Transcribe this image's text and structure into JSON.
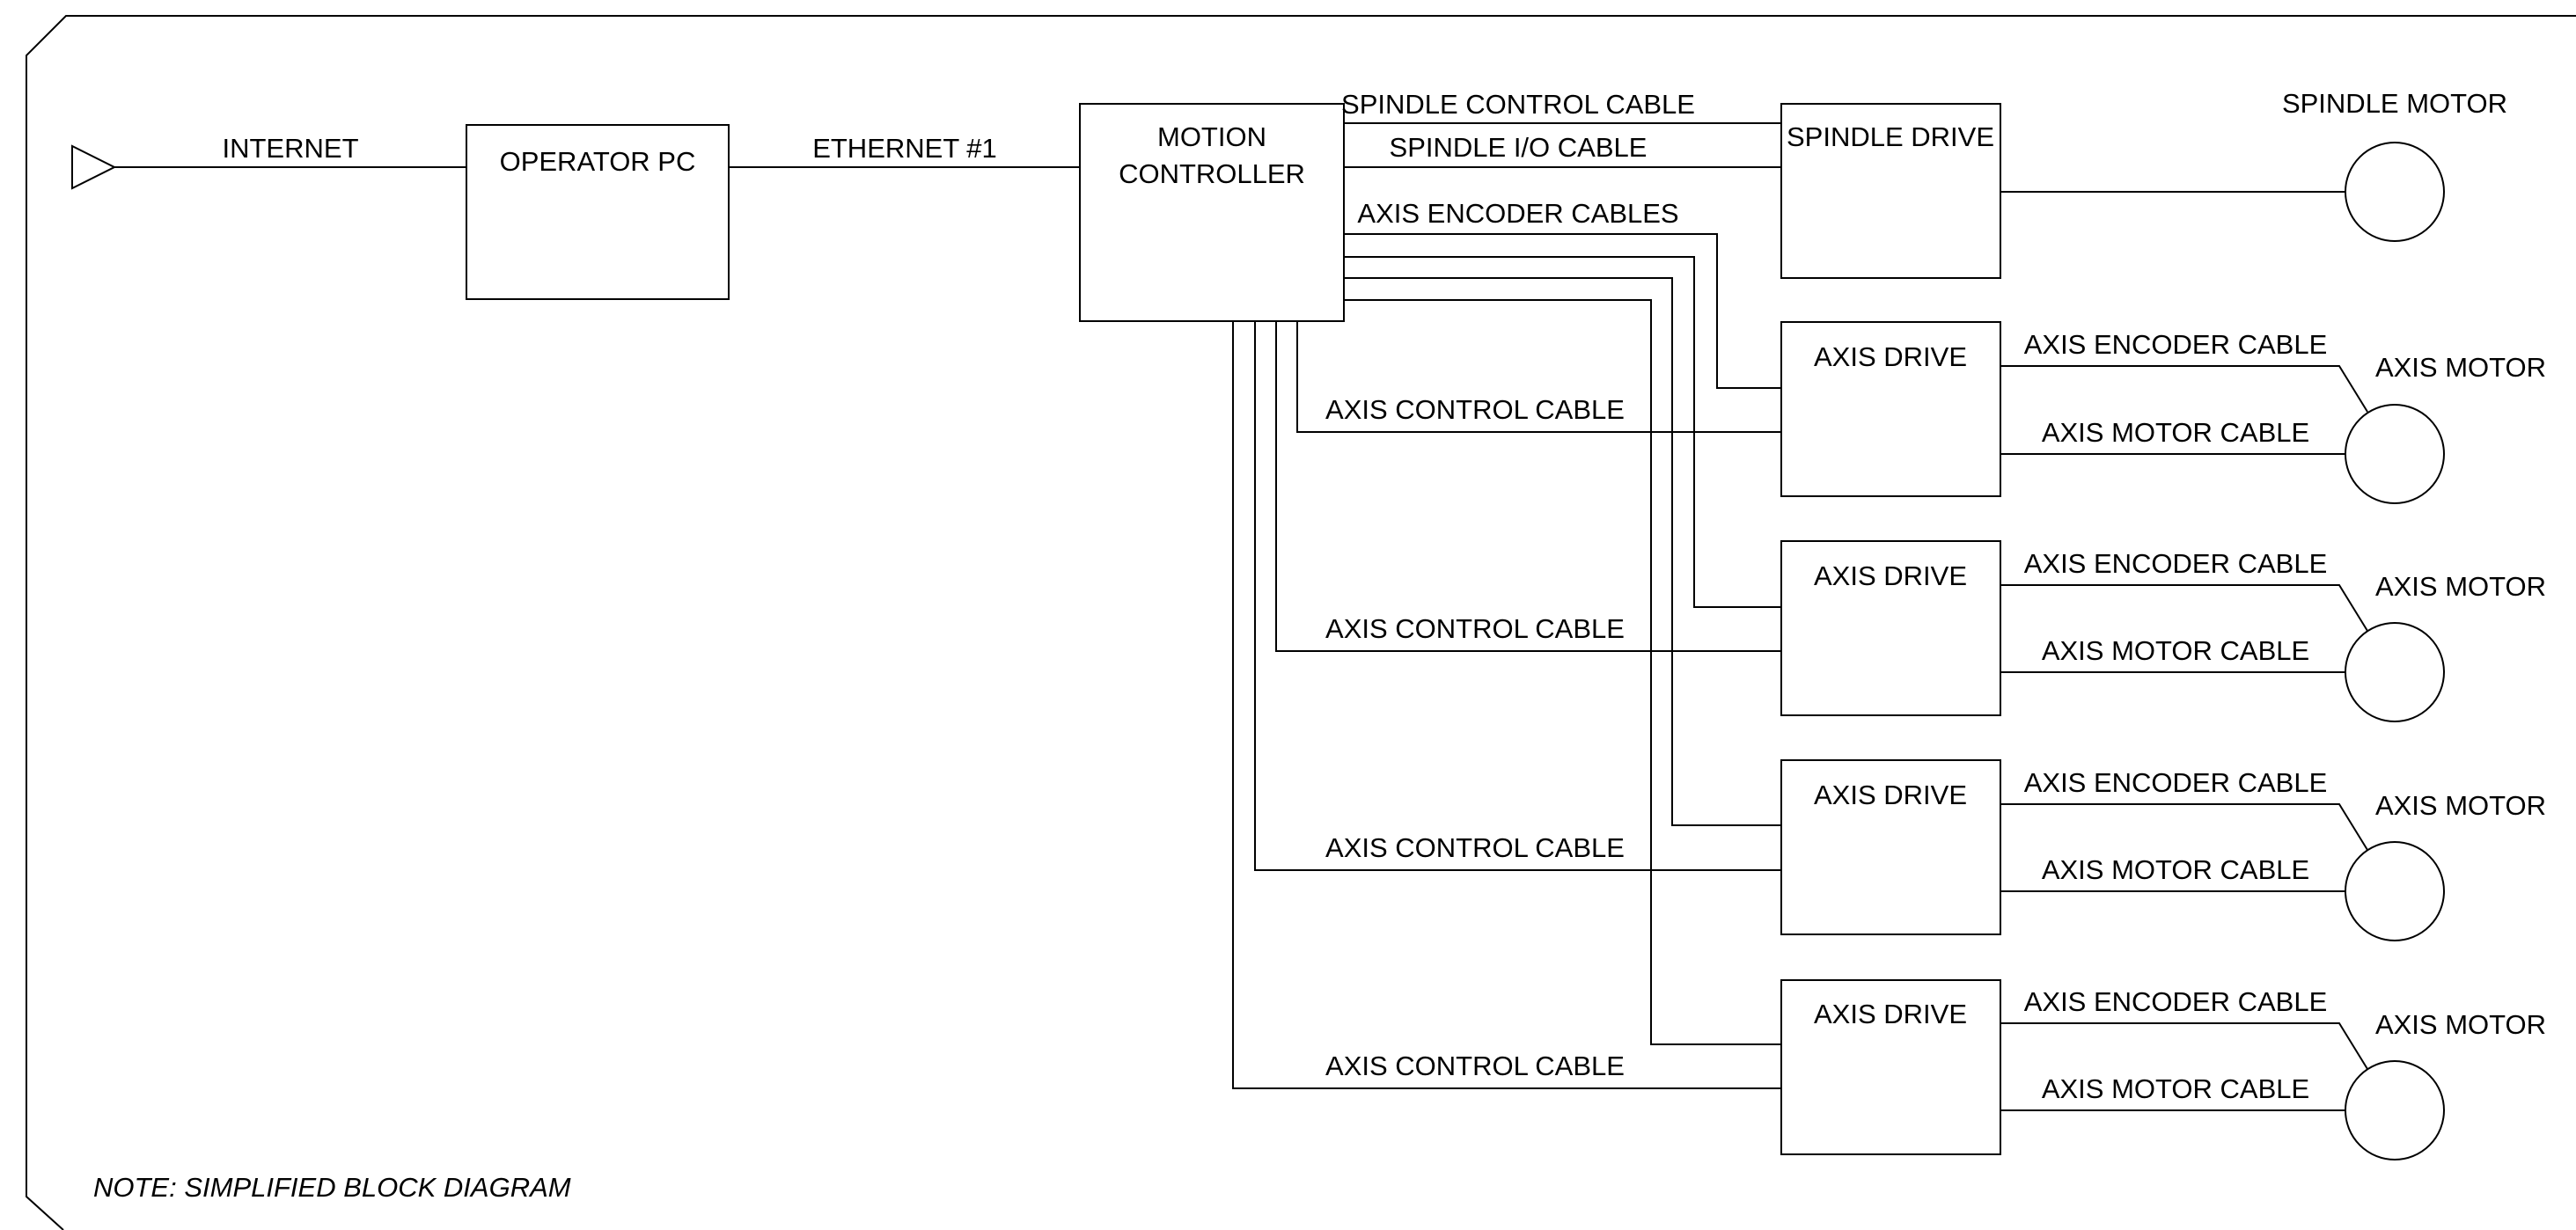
{
  "labels": {
    "internet": "INTERNET",
    "operator_pc": "OPERATOR PC",
    "ethernet": "ETHERNET #1",
    "motion_controller_line1": "MOTION",
    "motion_controller_line2": "CONTROLLER",
    "spindle_control_cable": "SPINDLE CONTROL CABLE",
    "spindle_io_cable": "SPINDLE I/O CABLE",
    "axis_encoder_cables": "AXIS ENCODER CABLES",
    "spindle_drive": "SPINDLE DRIVE",
    "spindle_motor": "SPINDLE MOTOR",
    "note": "NOTE: SIMPLIFIED BLOCK DIAGRAM"
  },
  "axes": [
    {
      "drive": "AXIS DRIVE",
      "control_cable": "AXIS CONTROL CABLE",
      "encoder_cable": "AXIS ENCODER CABLE",
      "motor_cable": "AXIS MOTOR CABLE",
      "motor": "AXIS MOTOR"
    },
    {
      "drive": "AXIS DRIVE",
      "control_cable": "AXIS CONTROL CABLE",
      "encoder_cable": "AXIS ENCODER CABLE",
      "motor_cable": "AXIS MOTOR CABLE",
      "motor": "AXIS MOTOR"
    },
    {
      "drive": "AXIS DRIVE",
      "control_cable": "AXIS CONTROL CABLE",
      "encoder_cable": "AXIS ENCODER CABLE",
      "motor_cable": "AXIS MOTOR CABLE",
      "motor": "AXIS MOTOR"
    },
    {
      "drive": "AXIS DRIVE",
      "control_cable": "AXIS CONTROL CABLE",
      "encoder_cable": "AXIS ENCODER CABLE",
      "motor_cable": "AXIS MOTOR CABLE",
      "motor": "AXIS MOTOR"
    }
  ]
}
